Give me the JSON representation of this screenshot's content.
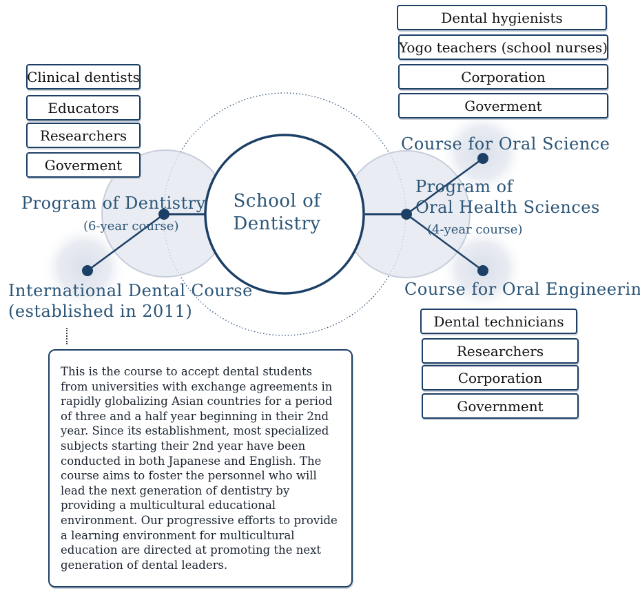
{
  "center": {
    "line1": "School of",
    "line2": "Dentistry"
  },
  "programs": {
    "dentistry": {
      "title": "Program of Dentistry",
      "duration": "(6-year course)"
    },
    "oral_health": {
      "line1": "Program of",
      "line2": "Oral Health Sciences",
      "duration": "(4-year course)"
    }
  },
  "courses": {
    "international": {
      "line1": "International Dental Course",
      "line2": "(established in 2011)"
    },
    "oral_science": "Course for Oral Science",
    "oral_engineering": "Course for Oral Engineering"
  },
  "outcomes": {
    "dentistry": [
      "Clinical dentists",
      "Educators",
      "Researchers",
      "Goverment"
    ],
    "oral_science": [
      "Dental hygienists",
      "Yogo teachers (school nurses)",
      "Corporation",
      "Goverment"
    ],
    "oral_engineering": [
      "Dental technicians",
      "Researchers",
      "Corporation",
      "Government"
    ]
  },
  "description": "This is the course to accept dental students from universities with exchange agreements in rapidly globalizing Asian countries for a period of three and a half year beginning in their 2nd year. Since its establishment, most specialized subjects starting their 2nd year have been conducted in both Japanese and English. The course aims to foster the personnel who will lead the next generation of dentistry by providing a multicultural educational environment. Our progressive efforts to provide a learning environment for multicultural education are directed at promoting the next generation of dental leaders."
}
